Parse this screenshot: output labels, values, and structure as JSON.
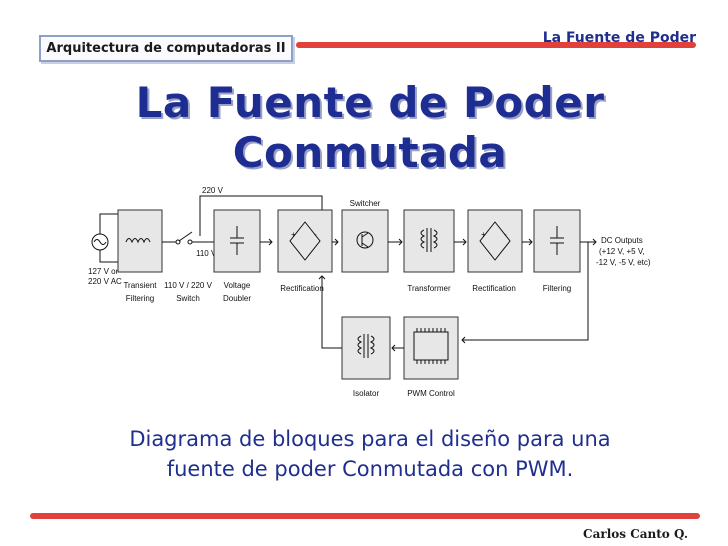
{
  "header": {
    "course": "Arquitectura de computadoras II",
    "slide_topic": "La Fuente de Poder"
  },
  "title": {
    "line1": "La Fuente de Poder",
    "line2": "Conmutada"
  },
  "diagram": {
    "input_label_1": "127 V or",
    "input_label_2": "220 V AC",
    "label_220v": "220 V",
    "label_110v": "110 V",
    "switcher_label": "Switcher",
    "output_label_1": "DC Outputs",
    "output_label_2": "(+12 V, +5 V,",
    "output_label_3": "-12 V, -5 V, etc)",
    "blocks": {
      "transient_1": "Transient",
      "transient_2": "Filtering",
      "switch_1": "110 V / 220 V",
      "switch_2": "Switch",
      "doubler_1": "Voltage",
      "doubler_2": "Doubler",
      "rect1": "Rectification",
      "transformer": "Transformer",
      "rect2": "Rectification",
      "filtering": "Filtering",
      "isolator": "Isolator",
      "pwm": "PWM Control"
    }
  },
  "caption": {
    "line1": "Diagrama de bloques para el diseño para una",
    "line2": "fuente de poder Conmutada con PWM."
  },
  "footer": {
    "author": "Carlos  Canto Q."
  },
  "colors": {
    "title_blue": "#1d2d92",
    "accent_red": "#e0413a",
    "block_gray": "#e7e7e7"
  }
}
